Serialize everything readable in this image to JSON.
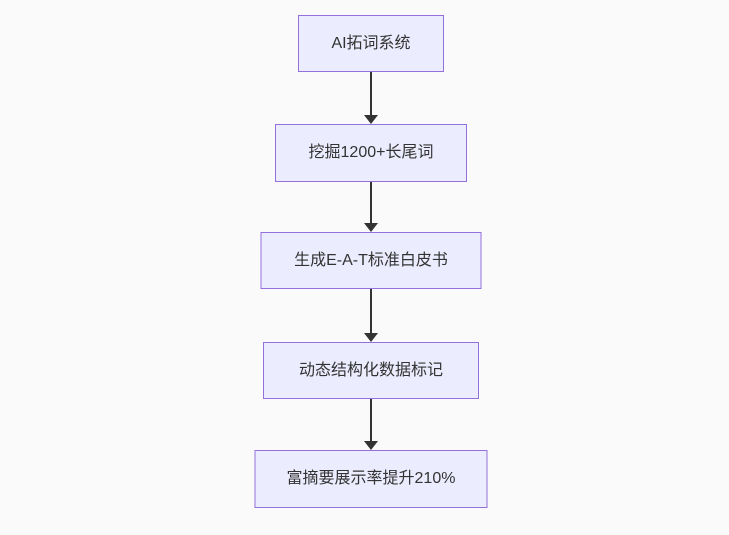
{
  "flowchart": {
    "direction": "top-down",
    "colors": {
      "background": "#fafafa",
      "node_fill": "#ECECFF",
      "node_border": "#9370DB",
      "node_text": "#333333",
      "arrow": "#333333"
    },
    "nodes": [
      {
        "label": "AI拓词系统"
      },
      {
        "label": "挖掘1200+长尾词"
      },
      {
        "label": "生成E-A-T标准白皮书"
      },
      {
        "label": "动态结构化数据标记"
      },
      {
        "label": "富摘要展示率提升210%"
      }
    ],
    "edges": [
      {
        "from": 0,
        "to": 1
      },
      {
        "from": 1,
        "to": 2
      },
      {
        "from": 2,
        "to": 3
      },
      {
        "from": 3,
        "to": 4
      }
    ]
  }
}
